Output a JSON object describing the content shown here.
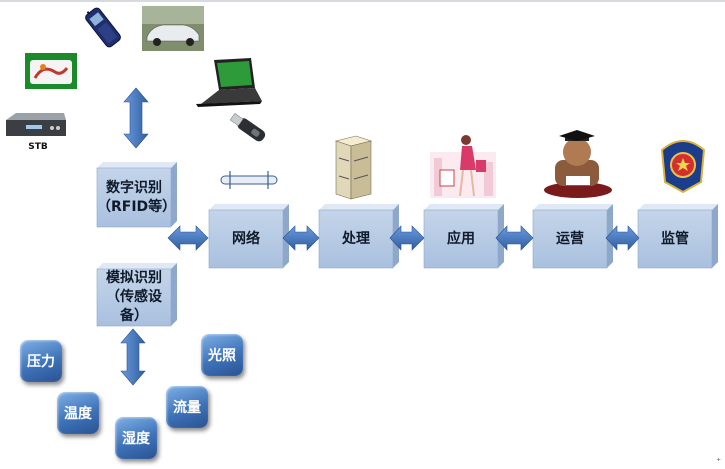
{
  "blocks": {
    "digital": {
      "line1": "数字识别",
      "line2": "（RFID等）"
    },
    "analog": {
      "line1": "模拟识别",
      "line2": "（传感设备）"
    },
    "network": "网络",
    "processing": "处理",
    "application": "应用",
    "operation": "运营",
    "supervision": "监管"
  },
  "sensors": {
    "pressure": "压力",
    "temperature": "温度",
    "humidity": "湿度",
    "flow": "流量",
    "light": "光照"
  },
  "devices": {
    "stb_label": "STB"
  },
  "colors": {
    "block_front": "#b9cce4",
    "block_top": "#dfe8f4",
    "block_side": "#8ea8cc",
    "arrow": "#3b6eb4",
    "button": "#3e73b9"
  },
  "icons": [
    "mobile-phone-icon",
    "car-icon",
    "id-card-icon",
    "laptop-icon",
    "set-top-box-icon",
    "usb-key-icon",
    "server-icon",
    "woman-shopping-icon",
    "professor-icon",
    "police-badge-icon",
    "network-tube-icon"
  ]
}
